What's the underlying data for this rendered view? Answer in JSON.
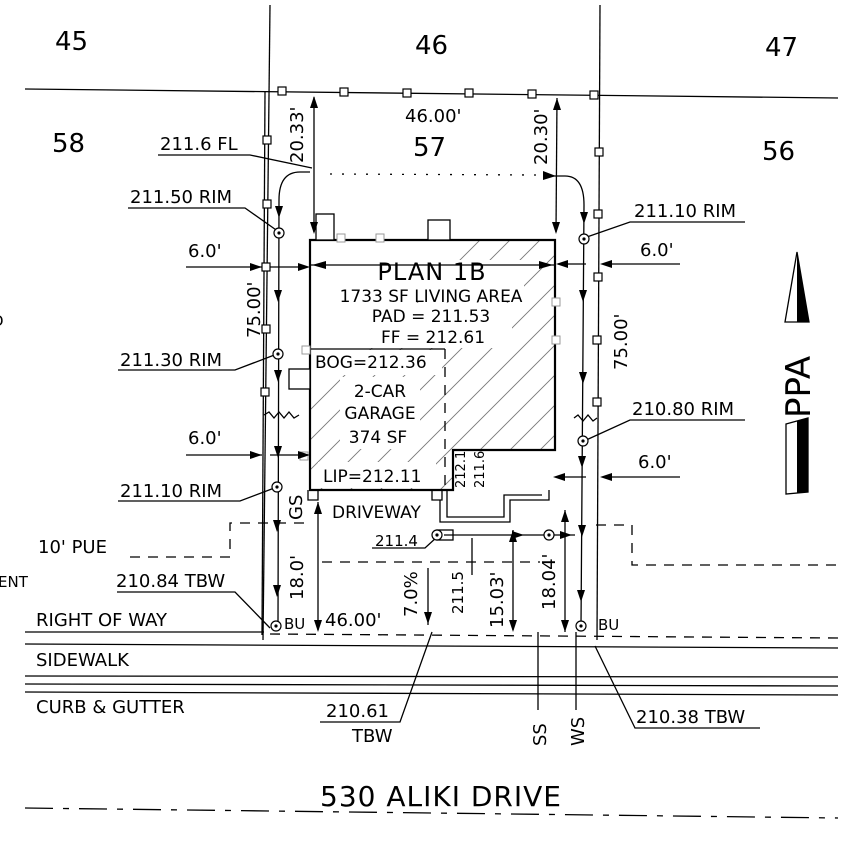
{
  "lots": {
    "nw": "45",
    "n": "46",
    "ne": "47",
    "w": "58",
    "subject": "57",
    "e": "56"
  },
  "plan": {
    "name": "PLAN 1B",
    "living_area": "1733 SF LIVING AREA",
    "pad": "PAD = 211.53",
    "ff": "FF = 212.61",
    "bog": "BOG=212.36",
    "garage_1": "2-CAR",
    "garage_2": "GARAGE",
    "garage_area": "374 SF",
    "lip": "LIP=212.11",
    "driveway": "DRIVEWAY",
    "grade_a": "212.1",
    "grade_b": "211.6"
  },
  "dimensions": {
    "rear_width": "46.00'",
    "front_width": "46.00'",
    "rear_setback_left": "20.33'",
    "rear_setback_right": "20.30'",
    "depth_left": "75.00'",
    "depth_right": "75.00'",
    "side_upper_left": "6.0'",
    "side_lower_left": "6.0'",
    "side_upper_right": "6.0'",
    "side_lower_right": "6.0'",
    "front_left": "18.0'",
    "front_mid": "15.03'",
    "front_right": "18.04'",
    "slope": "7.0%"
  },
  "elevations": {
    "fl": "211.6 FL",
    "rim_tl": "211.50 RIM",
    "rim_ml": "211.30 RIM",
    "rim_bl": "211.10 RIM",
    "rim_tr": "211.10 RIM",
    "rim_br": "210.80 RIM",
    "tbw_left": "210.84 TBW",
    "tbw_mid_value": "210.61",
    "tbw_mid_label": "TBW",
    "tbw_right": "210.38 TBW",
    "spot_a": "211.4",
    "spot_b": "211.5"
  },
  "labels": {
    "pue": "10' PUE",
    "easement_partial": "ENT",
    "right_of_way": "RIGHT OF WAY",
    "sidewalk": "SIDEWALK",
    "curb": "CURB & GUTTER",
    "gs": "GS",
    "bu_left": "BU",
    "bu_right": "BU",
    "ss": "SS",
    "ws": "WS",
    "edge_partial": "D",
    "north": "PPA"
  },
  "street": {
    "name": "530 ALIKI DRIVE"
  }
}
